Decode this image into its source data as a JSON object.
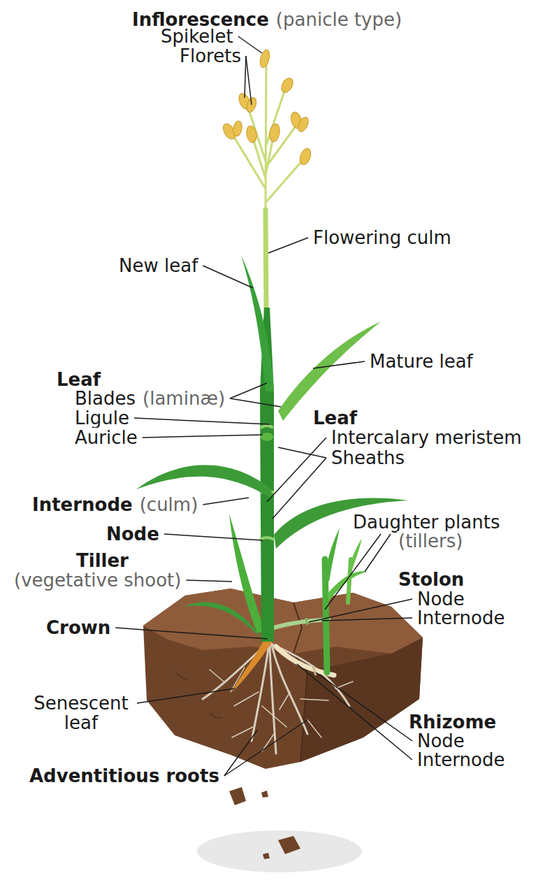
{
  "diagram": {
    "labels": [
      "Inflorescence",
      "(panicle type)",
      "Spikelet",
      "Florets",
      "Flowering culm",
      "New leaf",
      "Mature leaf",
      "Leaf",
      "Blades",
      "(laminæ)",
      "Ligule",
      "Auricle",
      "Leaf",
      "Intercalary meristem",
      "Sheaths",
      "Internode",
      "(culm)",
      "Node",
      "Daughter plants",
      "(tillers)",
      "Tiller",
      "(vegetative shoot)",
      "Stolon",
      "Node",
      "Internode",
      "Crown",
      "Senescent leaf",
      "Rhizome",
      "Node",
      "Internode",
      "Adventitious roots"
    ]
  }
}
